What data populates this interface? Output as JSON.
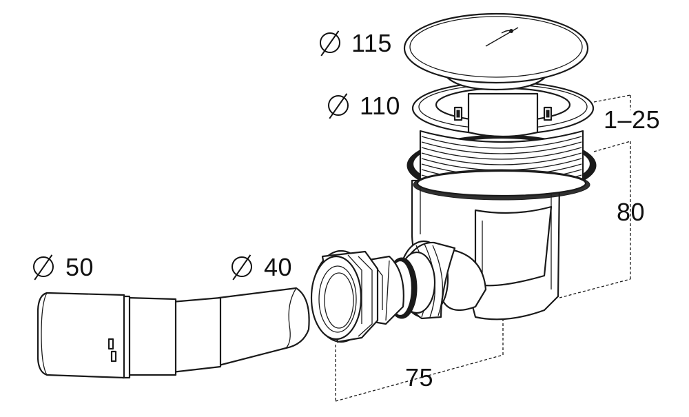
{
  "labels": {
    "cover_diameter": "115",
    "flange_diameter": "110",
    "height_range": "1–25",
    "body_height": "80",
    "outlet_large": "50",
    "outlet_small": "40",
    "offset_length": "75"
  },
  "colors": {
    "line": "#1a1a1a",
    "fill": "#ffffff",
    "background": "#ffffff"
  }
}
